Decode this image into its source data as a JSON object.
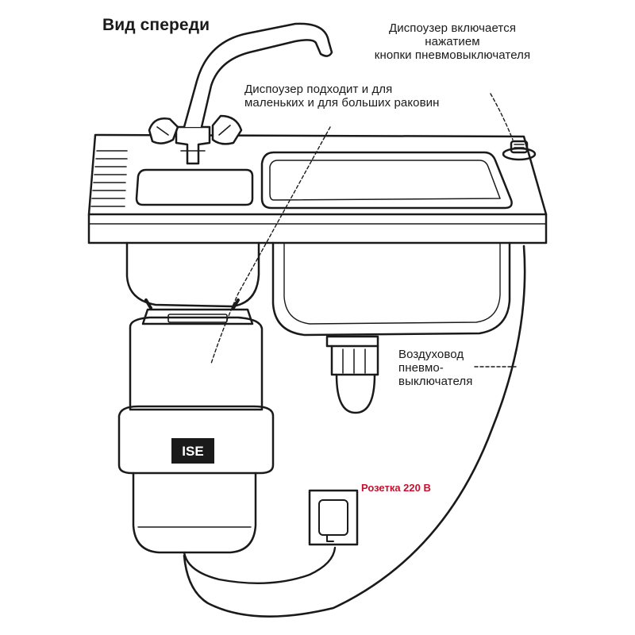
{
  "title": "Вид спереди",
  "labels": {
    "switch_note": "Диспоузер включается\nнажатием\nкнопки пневмовыключателя",
    "size_note": "Диспоузер подходит и для\nмаленьких и для больших раковин",
    "air_tube": "Воздуховод\nпневмо-\nвыключателя",
    "outlet": "Розетка 220 В"
  },
  "brand": "ISE",
  "colors": {
    "ink": "#1a1a1a",
    "outlet_label": "#c8102e",
    "background": "#ffffff"
  }
}
